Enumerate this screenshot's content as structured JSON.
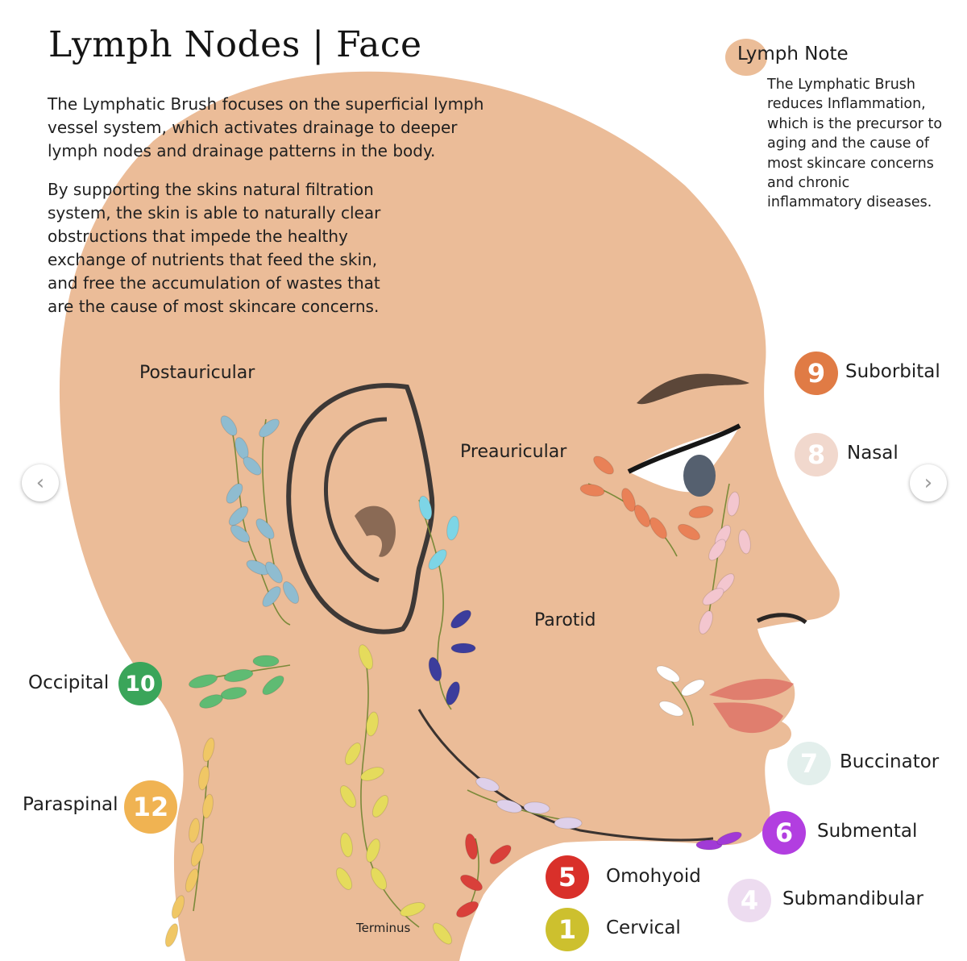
{
  "header": {
    "title": "Lymph Nodes | Face"
  },
  "intro": {
    "paragraph_1": "The Lymphatic Brush focuses on the superficial lymph vessel system, which activates drainage to deeper lymph nodes and drainage patterns in the body.",
    "paragraph_2": "By supporting the skins natural filtration system, the skin is able to naturally clear obstructions that impede the healthy exchange of nutrients that feed the skin, and free the accumulation of wastes that are the cause of most skincare concerns."
  },
  "note": {
    "heading": "Lymph Note",
    "body": "The Lymphatic Brush reduces Inflammation, which is the precursor to aging and the cause of most skincare concerns and chronic inflammatory diseases."
  },
  "regions": {
    "postauricular": "Postauricular",
    "preauricular": "Preauricular",
    "parotid": "Parotid",
    "terminus": "Terminus"
  },
  "legend": [
    {
      "number": "9",
      "label": "Suborbital",
      "color": "#e07b45"
    },
    {
      "number": "8",
      "label": "Nasal",
      "color": "#f1d8cd"
    },
    {
      "number": "7",
      "label": "Buccinator",
      "color": "#e3efec"
    },
    {
      "number": "6",
      "label": "Submental",
      "color": "#b23ee0"
    },
    {
      "number": "4",
      "label": "Submandibular",
      "color": "#eddcf0"
    },
    {
      "number": "5",
      "label": "Omohyoid",
      "color": "#d9302a"
    },
    {
      "number": "1",
      "label": "Cervical",
      "color": "#cdc02e"
    },
    {
      "number": "10",
      "label": "Occipital",
      "color": "#3aa55a"
    },
    {
      "number": "12",
      "label": "Paraspinal",
      "color": "#f0b352"
    }
  ],
  "node_colors": {
    "postauricular": "#8fbcd0",
    "preauricular": "#e98157",
    "parotid_upper": "#7dd5e6",
    "parotid_lower": "#3c3d9c",
    "nasal": "#f3c6cf",
    "buccinator": "#ffffff",
    "cervical": "#e5db5c",
    "paraspinal": "#f0c765",
    "occipital": "#5fbb73",
    "submandibular": "#ded0ea",
    "omohyoid": "#d9403a",
    "submental": "#a13ad6",
    "skin": "#ebbc98"
  },
  "nav": {
    "prev_icon": "chevron-left-icon",
    "next_icon": "chevron-right-icon"
  }
}
